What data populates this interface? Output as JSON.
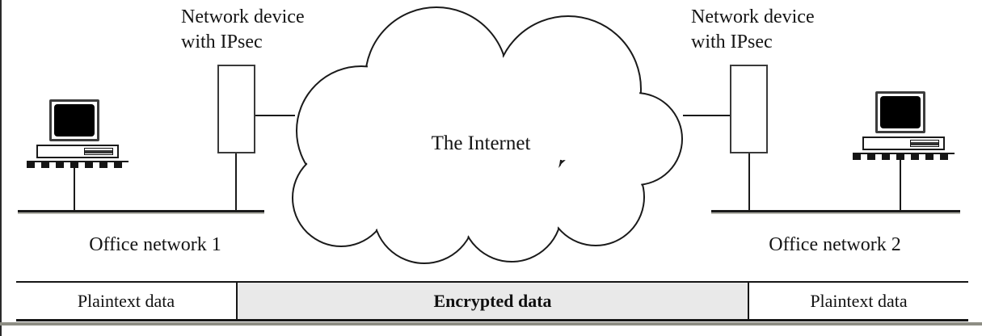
{
  "colors": {
    "line": "#1a1a1a",
    "device_border": "#3a3a3a",
    "encrypted_fill": "#e9e9e9",
    "bar_shadow": "#8e8e84",
    "bus_shadow": "#b4b4ac"
  },
  "labels": {
    "device_left_line1": "Network device",
    "device_left_line2": "with IPsec",
    "device_right_line1": "Network device",
    "device_right_line2": "with IPsec",
    "cloud": "The Internet",
    "office_left": "Office network 1",
    "office_right": "Office network 2"
  },
  "data_bar": {
    "segments": [
      {
        "label": "Plaintext data"
      },
      {
        "label": "Encrypted data"
      },
      {
        "label": "Plaintext data"
      }
    ]
  }
}
